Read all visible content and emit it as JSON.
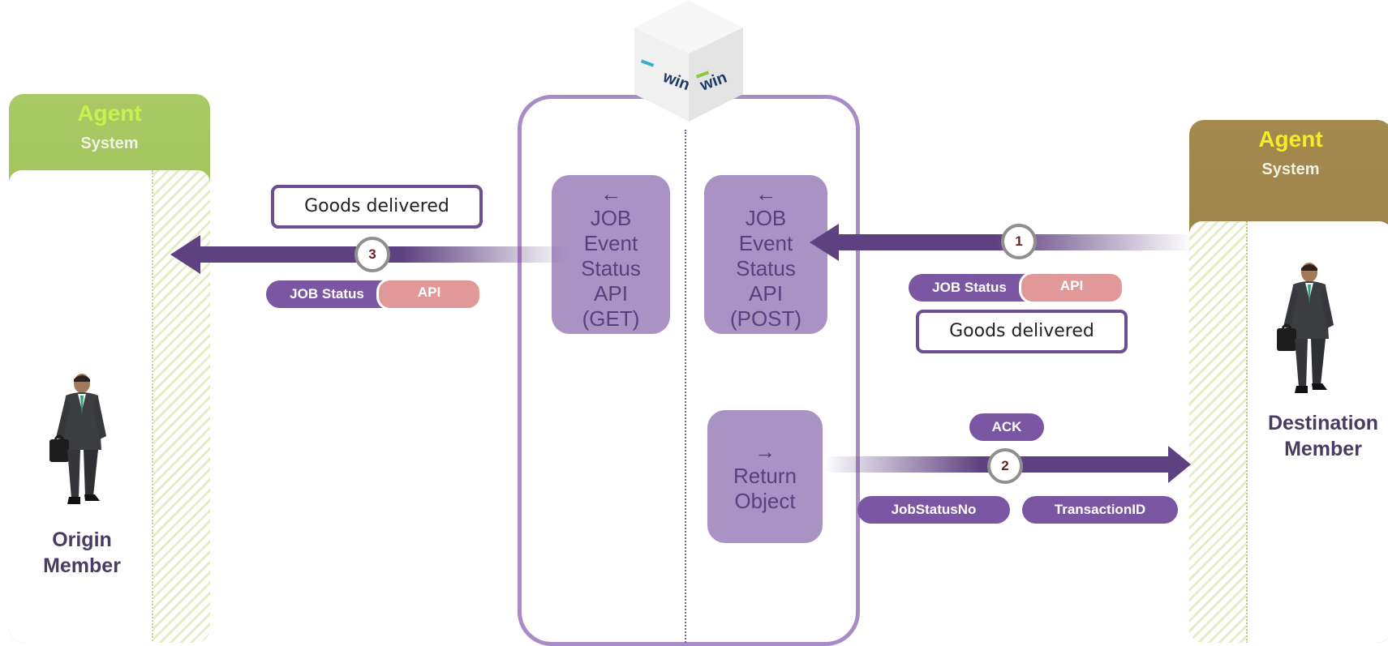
{
  "left_agent": {
    "title": "Agent",
    "subtitle": "System",
    "member_line1": "Origin",
    "member_line2": "Member",
    "color": "#9dbf55"
  },
  "right_agent": {
    "title": "Agent",
    "subtitle": "System",
    "member_line1": "Destination",
    "member_line2": "Member",
    "color": "#987d41"
  },
  "logo": {
    "text_left": "win",
    "text_right": "win"
  },
  "api_boxes": {
    "get": {
      "icon": "arrow-left-icon",
      "glyph": "←",
      "lines": [
        "JOB",
        "Event",
        "Status",
        "API",
        "(GET)"
      ]
    },
    "post": {
      "icon": "arrow-left-icon",
      "glyph": "←",
      "lines": [
        "JOB",
        "Event",
        "Status",
        "API",
        "(POST)"
      ]
    },
    "return": {
      "icon": "arrow-right-icon",
      "glyph": "→",
      "lines": [
        "Return",
        "Object"
      ]
    }
  },
  "steps": {
    "one": "1",
    "two": "2",
    "three": "3"
  },
  "messages": {
    "left_goods": "Goods delivered",
    "right_goods": "Goods delivered"
  },
  "pills": {
    "left_job_status": "JOB Status",
    "left_api": "API",
    "right_job_status": "JOB Status",
    "right_api": "API",
    "ack": "ACK",
    "job_status_no": "JobStatusNo",
    "transaction_id": "TransactionID"
  },
  "colors": {
    "arrow": "#5e4180",
    "pill_purple": "#7a56a3",
    "pill_pink": "#e09898",
    "api_box": "#a993c4",
    "center_border": "#a98bc6",
    "left_agent_title": "#c8f050",
    "right_agent_title": "#f7ea2a"
  }
}
